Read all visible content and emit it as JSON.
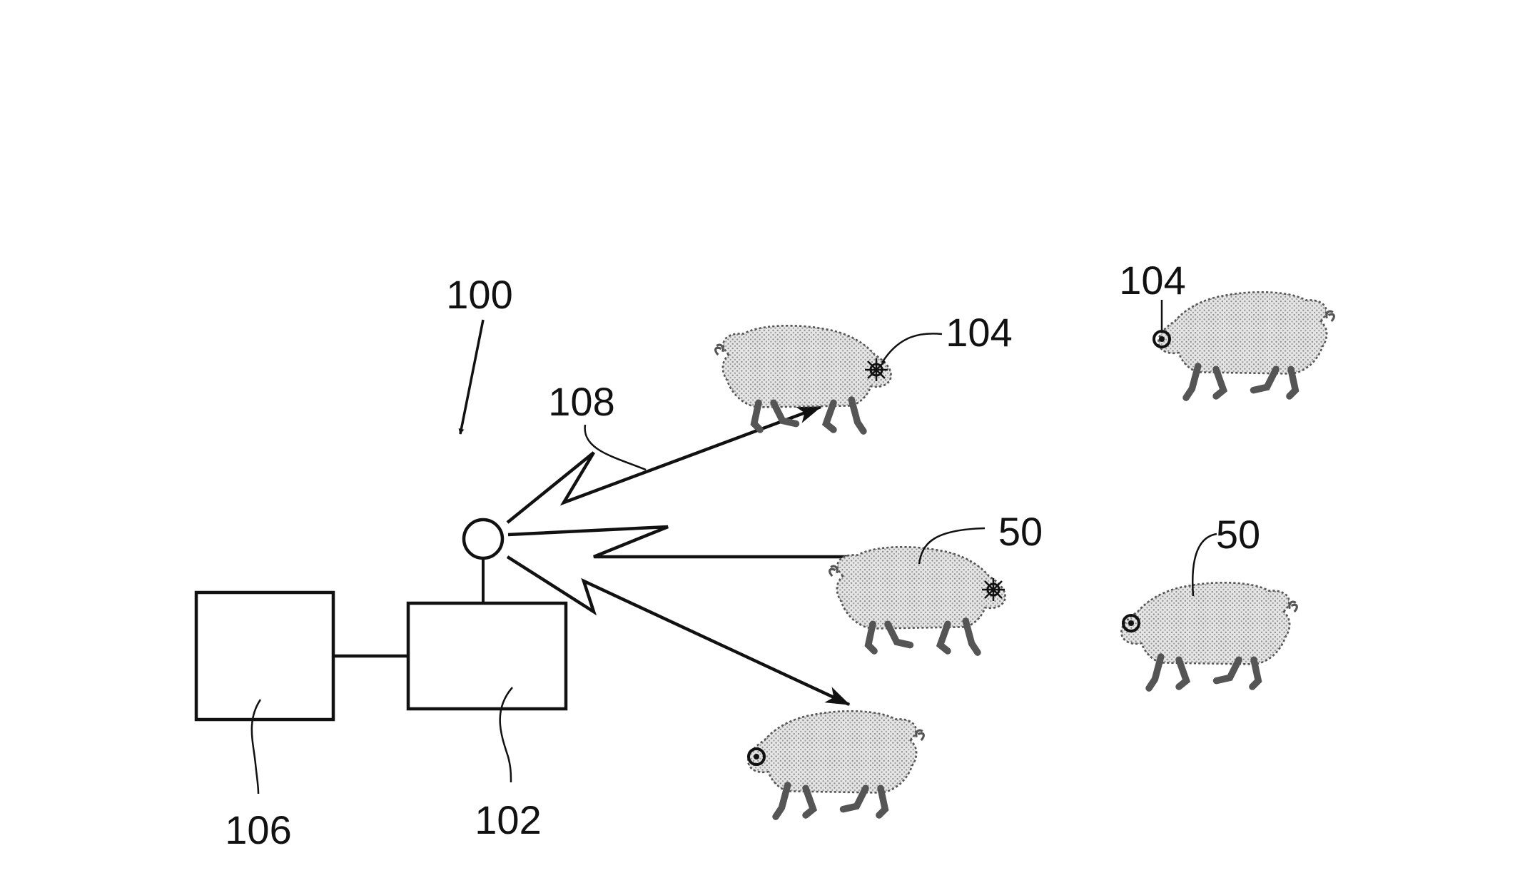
{
  "figure": {
    "labels": {
      "system": "100",
      "controller": "102",
      "computer": "106",
      "signal": "108",
      "tag_active": "104",
      "tag_top_right": "104",
      "animal_middle": "50",
      "animal_right": "50"
    },
    "elements": {
      "antenna": "antenna",
      "box_controller": "box-102",
      "box_computer": "box-106",
      "animals": [
        "pig-top",
        "pig-middle",
        "pig-bottom",
        "pig-top-right",
        "pig-middle-right"
      ],
      "tags": [
        "active-tag",
        "active-tag",
        "passive-tag",
        "passive-tag",
        "passive-tag"
      ]
    },
    "colors": {
      "line": "#111111",
      "pig_fill": "#cfcfcf",
      "pig_outline": "#555555"
    }
  }
}
